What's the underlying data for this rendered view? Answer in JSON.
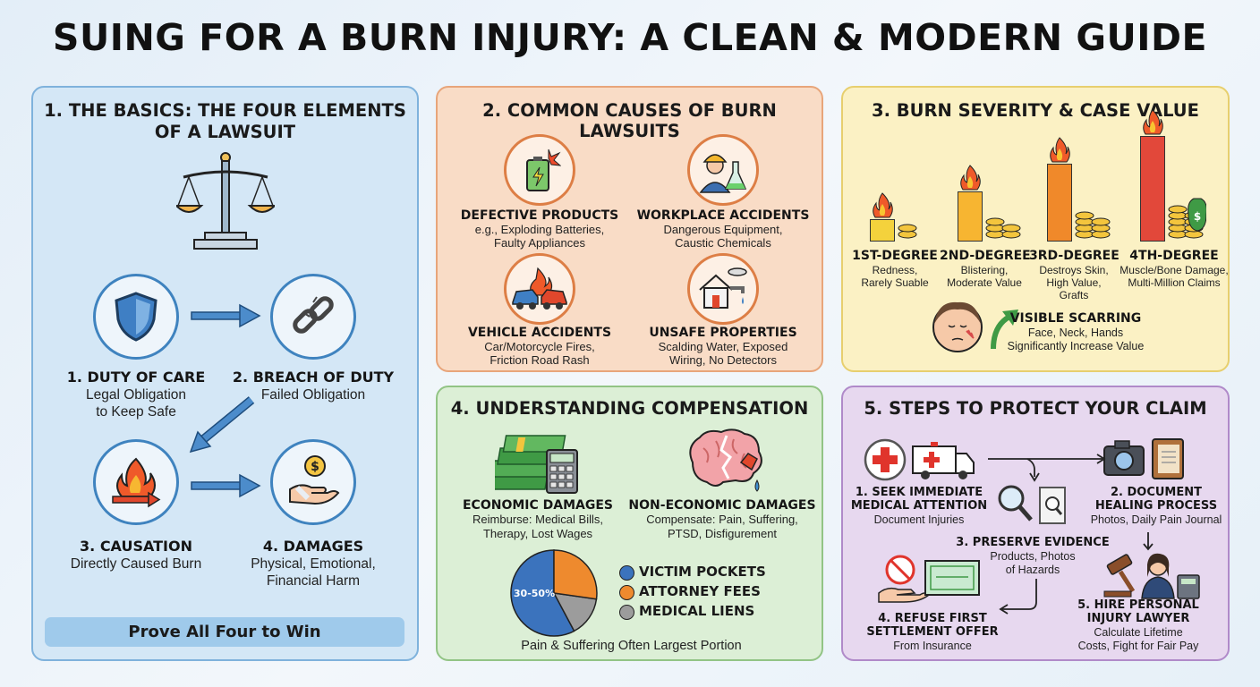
{
  "title": "SUING FOR A BURN INJURY: A CLEAN & MODERN GUIDE",
  "basics": {
    "title_line1": "1. THE BASICS: THE FOUR ELEMENTS",
    "title_line2": "OF A LAWSUIT",
    "elements": [
      {
        "label": "1. DUTY OF CARE",
        "desc1": "Legal Obligation",
        "desc2": "to Keep Safe",
        "icon": "shield-icon"
      },
      {
        "label": "2. BREACH OF DUTY",
        "desc1": "Failed Obligation",
        "desc2": "",
        "icon": "broken-chain-icon"
      },
      {
        "label": "3. CAUSATION",
        "desc1": "Directly Caused Burn",
        "desc2": "",
        "icon": "fire-arrow-icon"
      },
      {
        "label": "4. DAMAGES",
        "desc1": "Physical, Emotional,",
        "desc2": "Financial Harm",
        "icon": "hand-coin-icon"
      }
    ],
    "banner": "Prove All Four to Win"
  },
  "causes": {
    "title": "2. COMMON CAUSES OF BURN LAWSUITS",
    "items": [
      {
        "label": "DEFECTIVE PRODUCTS",
        "desc1": "e.g., Exploding Batteries,",
        "desc2": "Faulty Appliances",
        "icon": "exploding-battery-icon"
      },
      {
        "label": "WORKPLACE ACCIDENTS",
        "desc1": "Dangerous Equipment,",
        "desc2": "Caustic Chemicals",
        "icon": "worker-chemical-icon"
      },
      {
        "label": "VEHICLE ACCIDENTS",
        "desc1": "Car/Motorcycle Fires,",
        "desc2": "Friction Road Rash",
        "icon": "car-fire-icon"
      },
      {
        "label": "UNSAFE PROPERTIES",
        "desc1": "Scalding Water, Exposed",
        "desc2": "Wiring, No Detectors",
        "icon": "house-hazard-icon"
      }
    ]
  },
  "severity": {
    "title": "3. BURN SEVERITY & CASE VALUE",
    "degrees": [
      {
        "label": "1ST-DEGREE",
        "desc1": "Redness,",
        "desc2": "Rarely Suable",
        "desc3": "",
        "level": 1,
        "color": "#f4d23c"
      },
      {
        "label": "2ND-DEGREE",
        "desc1": "Blistering,",
        "desc2": "Moderate Value",
        "desc3": "",
        "level": 2,
        "color": "#f7b531"
      },
      {
        "label": "3RD-DEGREE",
        "desc1": "Destroys Skin,",
        "desc2": "High Value,",
        "desc3": "Grafts",
        "level": 3,
        "color": "#f0892a"
      },
      {
        "label": "4TH-DEGREE",
        "desc1": "Muscle/Bone Damage,",
        "desc2": "Multi-Million Claims",
        "desc3": "",
        "level": 4,
        "color": "#e2483a"
      }
    ],
    "scarring_label": "VISIBLE SCARRING",
    "scarring_desc1": "Face, Neck, Hands",
    "scarring_desc2": "Significantly Increase Value"
  },
  "compensation": {
    "title": "4. UNDERSTANDING COMPENSATION",
    "economic": {
      "label": "ECONOMIC DAMAGES",
      "desc1": "Reimburse: Medical Bills,",
      "desc2": "Therapy, Lost Wages",
      "icon": "money-calculator-icon"
    },
    "noneconomic": {
      "label": "NON-ECONOMIC DAMAGES",
      "desc1": "Compensate: Pain, Suffering,",
      "desc2": "PTSD, Disfigurement",
      "icon": "broken-brain-icon"
    },
    "pie_label": "30-50%",
    "legend": [
      {
        "name": "VICTIM POCKETS",
        "color": "#3b73bd"
      },
      {
        "name": "ATTORNEY FEES",
        "color": "#ee8a2e"
      },
      {
        "name": "MEDICAL LIENS",
        "color": "#9c9c9c"
      }
    ],
    "caption": "Pain & Suffering Often Largest Portion"
  },
  "steps": {
    "title": "5. STEPS TO PROTECT YOUR CLAIM",
    "s1": {
      "l1": "1. SEEK IMMEDIATE",
      "l2": "MEDICAL ATTENTION",
      "d1": "Document Injuries"
    },
    "s2": {
      "l1": "2. DOCUMENT",
      "l2": "HEALING PROCESS",
      "d1": "Photos, Daily Pain Journal"
    },
    "s3": {
      "l1": "3. PRESERVE EVIDENCE",
      "d1": "Products, Photos",
      "d2": "of Hazards"
    },
    "s4": {
      "l1": "4. REFUSE FIRST",
      "l2": "SETTLEMENT OFFER",
      "d1": "From Insurance"
    },
    "s5": {
      "l1": "5. HIRE PERSONAL",
      "l2": "INJURY LAWYER",
      "d1": "Calculate Lifetime",
      "d2": "Costs, Fight for Fair Pay"
    }
  }
}
